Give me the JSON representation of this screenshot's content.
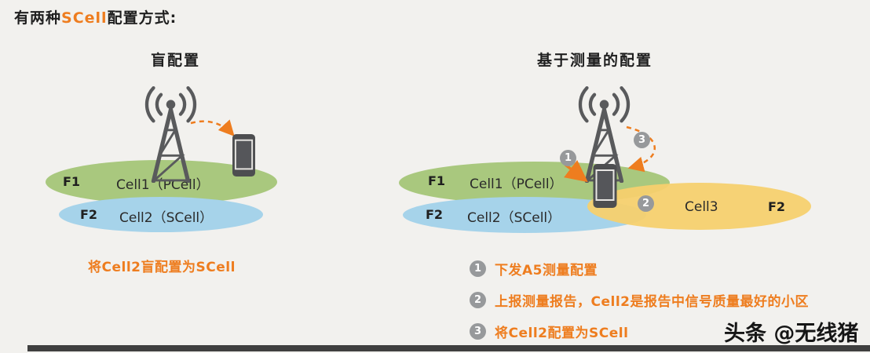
{
  "title": {
    "prefix": "有两种",
    "highlight": "SCell",
    "suffix": "配置方式:"
  },
  "left_panel": {
    "heading": "盲配置",
    "f1_label": "F1",
    "cell1_label": "Cell1（PCell）",
    "f2_label": "F2",
    "cell2_label": "Cell2（SCell）",
    "caption": "将Cell2盲配置为SCell"
  },
  "right_panel": {
    "heading": "基于测量的配置",
    "f1_label": "F1",
    "cell1_label": "Cell1（PCell）",
    "f2_label": "F2",
    "cell2_label": "Cell2（SCell）",
    "cell3_label": "Cell3",
    "cell3_freq_label": "F2",
    "steps": [
      {
        "num": "1",
        "text": "下发A5测量配置"
      },
      {
        "num": "2",
        "text": "上报测量报告，Cell2是报告中信号质量最好的小区"
      },
      {
        "num": "3",
        "text": "将Cell2配置为SCell"
      }
    ]
  },
  "watermark": "头条 @无线猪",
  "colors": {
    "background": "#f2f1ee",
    "accent_orange": "#ee7d1f",
    "cell1_green": "#a9c87e",
    "cell2_blue": "#a6d3ea",
    "cell3_yellow": "#f6d06e",
    "badge_gray": "#97999b",
    "icon_gray": "#595a5c",
    "text_black": "#1f1f1f"
  }
}
